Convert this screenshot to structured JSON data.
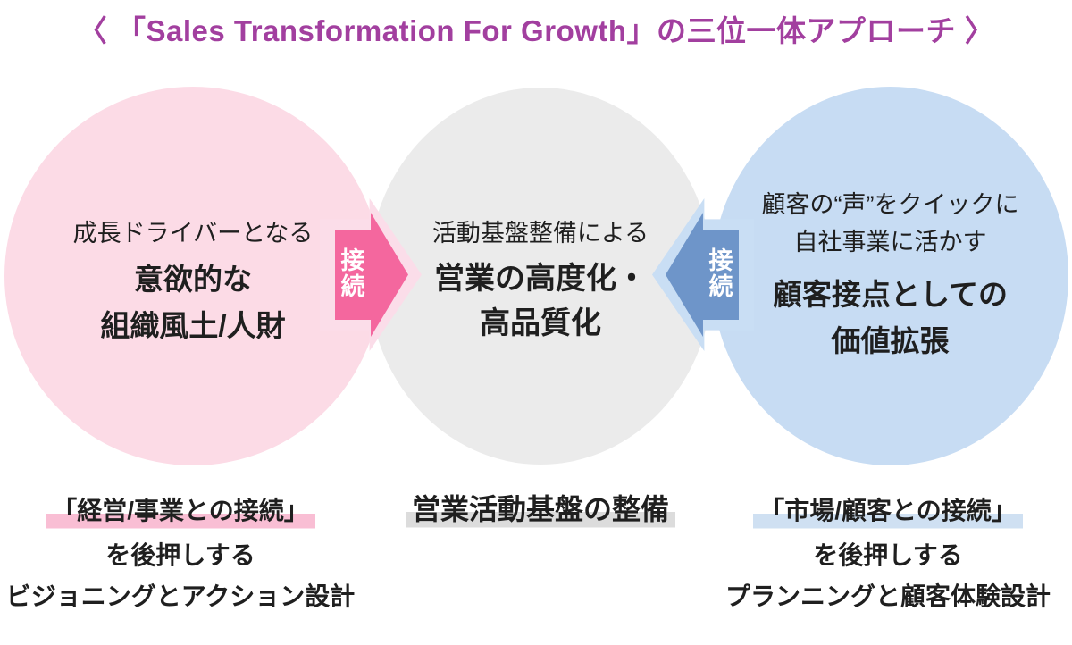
{
  "title": "〈 「Sales Transformation For Growth」の三位一体アプローチ 〉",
  "colors": {
    "title": "#a23f9f",
    "circle_pink": "#fcdbe6",
    "circle_gray": "#ebebeb",
    "circle_blue": "#c7dcf3",
    "arrow_pink": "#f4679e",
    "arrow_blue": "#6e95c9",
    "halo_pink": "#fbdde9",
    "halo_blue": "#c9def4",
    "hl_pink": "#f9bed4",
    "hl_gray": "#dcdcdc",
    "hl_blue": "#cfe0f2"
  },
  "pillars": {
    "left": {
      "circle": {
        "line_small_1": "成長ドライバーとなる",
        "line_big_1": "意欲的な",
        "line_big_2": "組織風土/人財"
      },
      "caption": {
        "highlight": "「経営/事業との接続」",
        "line_2": "を後押しする",
        "line_3": "ビジョニングとアクション設計"
      }
    },
    "center": {
      "circle": {
        "line_small_1": "活動基盤整備による",
        "line_big_1": "営業の高度化・",
        "line_big_2": "高品質化"
      },
      "caption": {
        "highlight": "営業活動基盤の整備"
      }
    },
    "right": {
      "circle": {
        "line_small_1": "顧客の“声”をクイックに",
        "line_small_2": "自社事業に活かす",
        "line_big_1": "顧客接点としての",
        "line_big_2": "価値拡張"
      },
      "caption": {
        "highlight": "「市場/顧客との接続」",
        "line_2": "を後押しする",
        "line_3": "プランニングと顧客体験設計"
      }
    }
  },
  "connectors": {
    "left_to_center": {
      "char_1": "接",
      "char_2": "続",
      "direction": "right"
    },
    "right_to_center": {
      "char_1": "接",
      "char_2": "続",
      "direction": "left"
    }
  }
}
